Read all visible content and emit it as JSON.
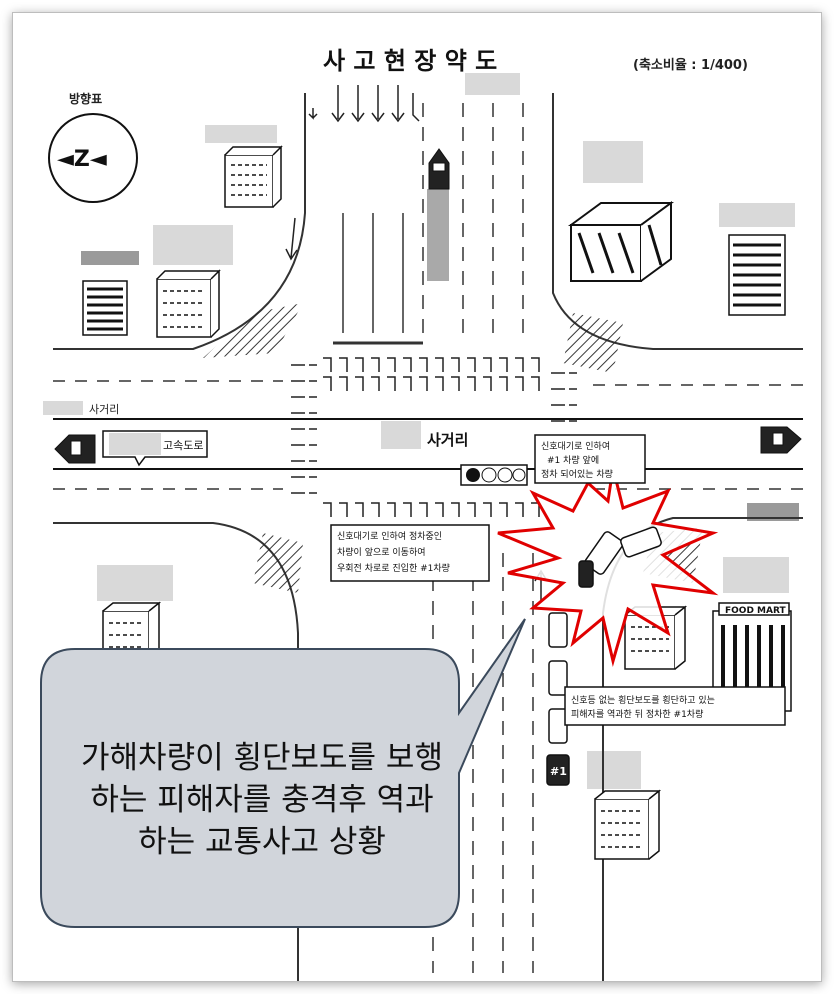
{
  "title": "사 고 현 장 약 도",
  "scale": "(축소비율 : 1/400)",
  "compass_label": "방향표",
  "compass_glyph": "◄Z◄",
  "road_label_left": "사거리",
  "intersection_label": "사거리",
  "highway_sign": "고속도로",
  "signal_note": [
    "신호대기로 인하여",
    "#1 차량 앞에",
    "정차 되어있는 차량"
  ],
  "lane_note": [
    "신호대기로 인하여 정차중인",
    "차량이 앞으로 이동하여",
    "우회전 차로로 진입한 #1차량"
  ],
  "victim_note": [
    "신호등 없는 횡단보도를 횡단하고 있는",
    "피해자를 역과한 뒤 정차한 #1차량"
  ],
  "store_sign": "FOOD MART",
  "car_label": "#1",
  "callout_text": "가해차량이 횡단보도를 보행하는 피해자를 충격후 역과하는 교통사고 상황",
  "colors": {
    "star_outline": "#e00000",
    "callout_fill": "#d1d5db",
    "callout_border": "#3b4a5c",
    "redaction": "#d9d9d9"
  }
}
